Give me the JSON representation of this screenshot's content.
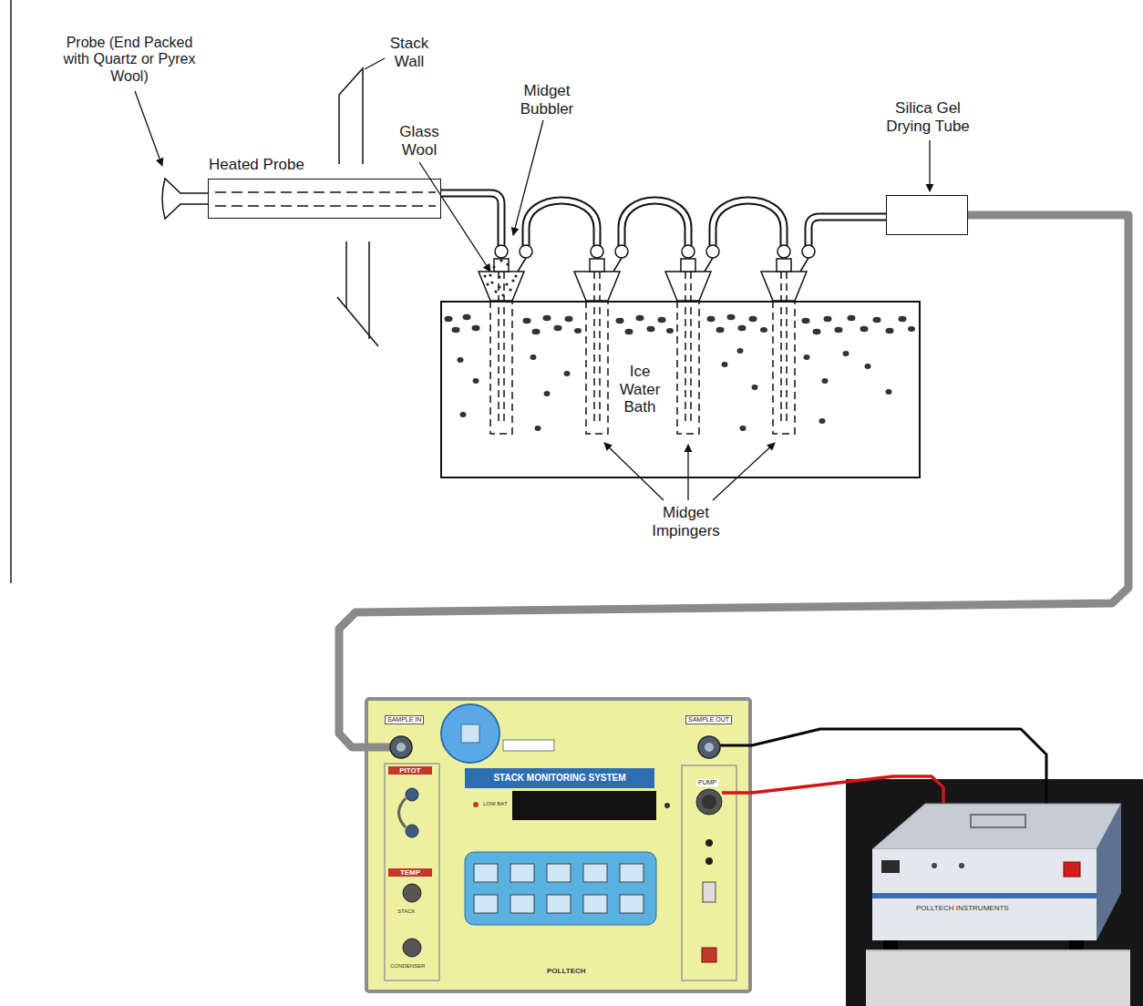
{
  "diagram": {
    "nodes": [
      {
        "text": [
          "Heated Probe"
        ]
      },
      {
        "text": [
          "Ice Water Bath"
        ]
      },
      {
        "text": [
          "Silica Gel Drying Tube"
        ]
      },
      {
        "text": [
          "SAMPLE IN",
          "PITOT",
          "TEMP",
          "STACK",
          "CONDENSER",
          "SAMPLE OUT",
          "PUMP",
          "STACK MONITORING SYSTEM",
          "LOW BAT",
          "POLLTECH"
        ]
      },
      {
        "text": [
          "POLLTECH INSTRUMENTS"
        ]
      }
    ],
    "edges": [
      {
        "from": 2,
        "to": 3,
        "arrow": "none"
      },
      {
        "from": 3,
        "to": 4,
        "arrow": "none"
      },
      {
        "from": 3,
        "to": 4,
        "arrow": "none"
      }
    ],
    "labels": [
      "Probe (End Packed with Quartz or Pyrex Wool)",
      "Stack Wall",
      "Glass Wool",
      "Midget Bubbler",
      "Midget Impingers"
    ]
  }
}
